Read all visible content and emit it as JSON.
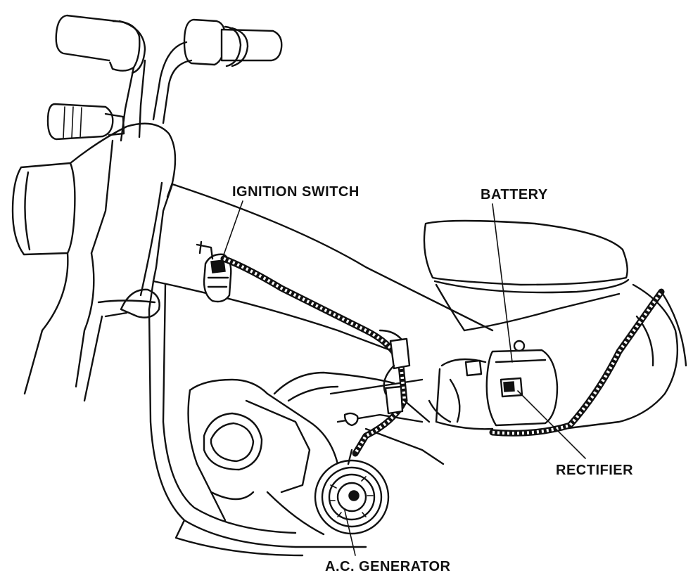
{
  "labels": {
    "ignition_switch": "IGNITION SWITCH",
    "battery": "BATTERY",
    "rectifier": "RECTIFIER",
    "ac_generator": "A.C. GENERATOR"
  },
  "colors": {
    "ink": "#111111",
    "paper": "#ffffff"
  }
}
